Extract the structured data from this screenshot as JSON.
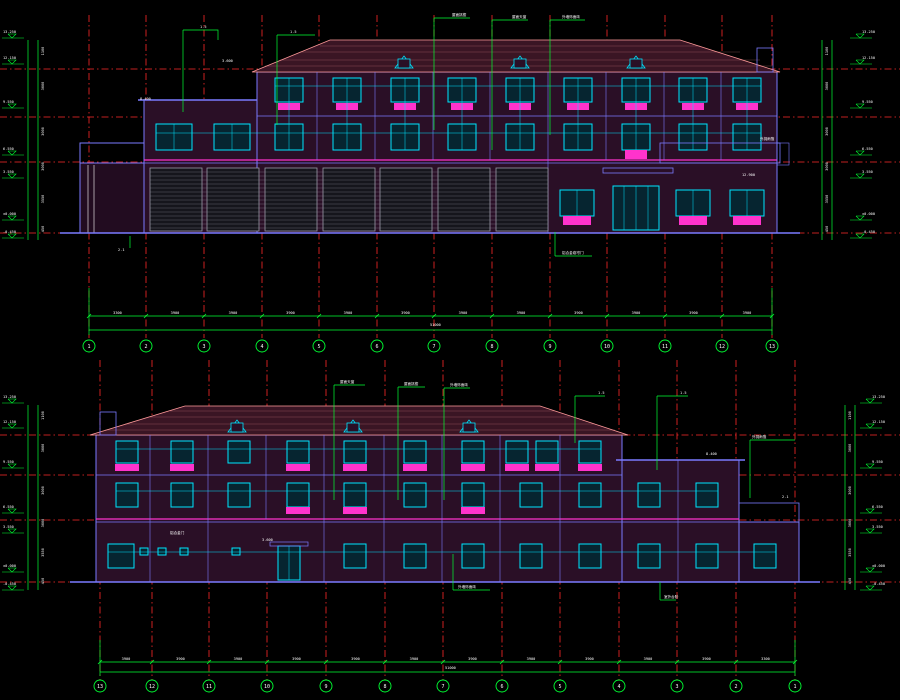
{
  "colors": {
    "background": "#000000",
    "axis_line": "#ff2a2a",
    "dimension": "#00ff33",
    "wall": "#7a7aff",
    "wall_face": "#2a0f26",
    "window": "#00e5ff",
    "sill": "#ff33cc",
    "roof": "#ff9a9a",
    "label": "#ffffff",
    "shutter": "#9a9aa8"
  },
  "top_elevation": {
    "axis_labels": [
      "1",
      "2",
      "3",
      "4",
      "5",
      "6",
      "7",
      "8",
      "9",
      "10",
      "11",
      "12",
      "13"
    ],
    "total_dimension": "51000",
    "segment_dimensions": [
      "3300",
      "3900",
      "3900",
      "3900",
      "3900",
      "3900",
      "3900",
      "3900",
      "3900",
      "3900",
      "3900",
      "3900"
    ],
    "level_marks": [
      "13.250",
      "12.150",
      "9.550",
      "6.550",
      "3.550",
      "±0.000",
      "-0.450"
    ],
    "level_spans": [
      "1100",
      "3000",
      "3000",
      "3000",
      "3550",
      "450"
    ],
    "callouts": [
      "1.5",
      "1.5",
      "屋面挑檐",
      "屋面天窗",
      "外墙饰面砖",
      "铝合金卷帘门",
      "2.1",
      "3.600",
      "8.400",
      "12.900",
      "外挑雨篷"
    ]
  },
  "bottom_elevation": {
    "axis_labels": [
      "13",
      "12",
      "11",
      "10",
      "9",
      "8",
      "7",
      "6",
      "5",
      "4",
      "3",
      "2",
      "1"
    ],
    "total_dimension": "51000",
    "segment_dimensions": [
      "3900",
      "3900",
      "3900",
      "3900",
      "3900",
      "3900",
      "3900",
      "3900",
      "3900",
      "3900",
      "3900",
      "3300"
    ],
    "level_marks": [
      "13.250",
      "12.150",
      "9.550",
      "6.550",
      "3.550",
      "±0.000",
      "-0.450"
    ],
    "level_spans": [
      "1100",
      "3000",
      "3000",
      "3000",
      "3550",
      "450"
    ],
    "callouts": [
      "屋面天窗",
      "屋面挑檐",
      "外墙饰面砖",
      "1.5",
      "1.5",
      "外墙饰面砖",
      "铝合金门",
      "室外台阶",
      "3.600",
      "8.400",
      "外挑雨篷",
      "2.1"
    ]
  }
}
